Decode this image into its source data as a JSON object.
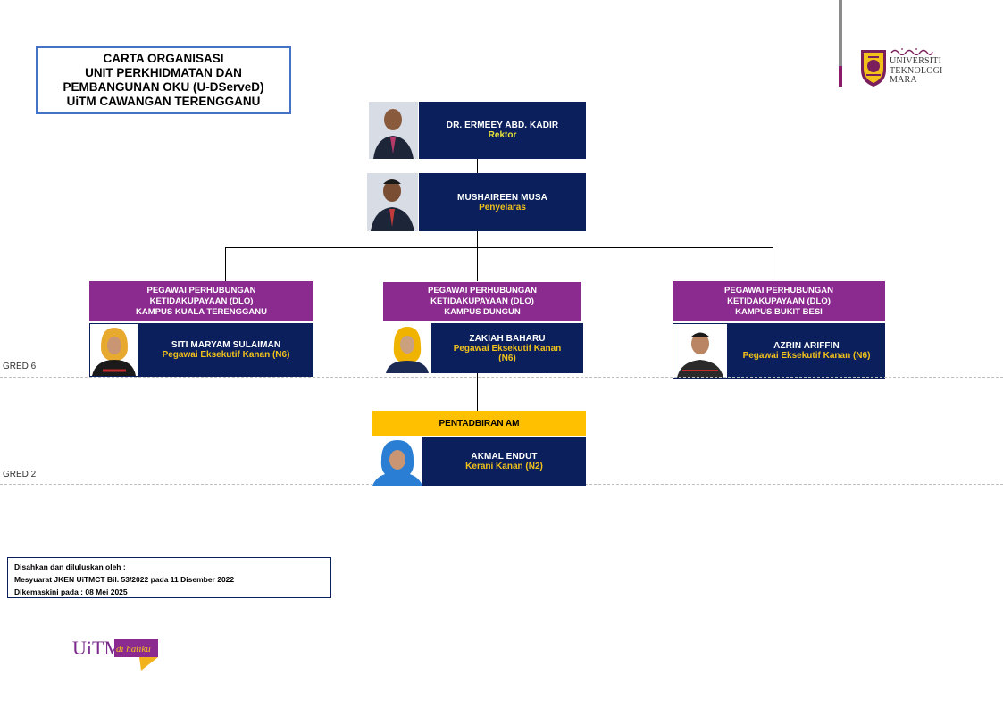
{
  "title": {
    "line1": "CARTA  ORGANISASI",
    "line2": "UNIT PERKHIDMATAN  DAN",
    "line3": "PEMBANGUNAN  OKU (U-DServeD)",
    "line4": "UiTM CAWANGAN   TERENGGANU"
  },
  "logo": {
    "line1": "UNIVERSITI",
    "line2": "TEKNOLOGI",
    "line3": "MARA"
  },
  "rektor": {
    "name": "DR. ERMEEY  ABD. KADIR",
    "role": "Rektor"
  },
  "penyelaras": {
    "name": "MUSHAIREEN  MUSA",
    "role": "Penyelaras"
  },
  "dlo": [
    {
      "header1": "PEGAWAI PERHUBUNGAN",
      "header2": "KETIDAKUPAYAAN  (DLO)",
      "header3": "KAMPUS KUALA TERENGGANU",
      "name": "SITI MARYAM SULAIMAN",
      "role": "Pegawai Eksekutif Kanan (N6)"
    },
    {
      "header1": "PEGAWAI PERHUBUNGAN",
      "header2": "KETIDAKUPAYAAN  (DLO)",
      "header3": "KAMPUS DUNGUN",
      "name": "ZAKIAH BAHARU",
      "role": "Pegawai Eksekutif Kanan",
      "role2": "(N6)"
    },
    {
      "header1": "PEGAWAI PERHUBUNGAN",
      "header2": "KETIDAKUPAYAAN  (DLO)",
      "header3": "KAMPUS BUKIT  BESI",
      "name": "AZRIN ARIFFIN",
      "role": "Pegawai Eksekutif Kanan (N6)"
    }
  ],
  "pentadbiran": {
    "header": "PENTADBIRAN  AM",
    "name": "AKMAL ENDUT",
    "role": "Kerani Kanan (N2)"
  },
  "gred": {
    "g6": "GRED  6",
    "g2": "GRED  2"
  },
  "approval": {
    "line1": "Disahkan dan diluluskan oleh :",
    "line2": "Mesyuarat  JKEN UiTMCT  Bil. 53/2022 pada 11 Disember 2022",
    "line3": "Dikemaskini pada :  08 Mei  2025"
  },
  "footer_logo": {
    "main": "UiTM",
    "sub": "di hatiku"
  },
  "colors": {
    "navy": "#0a1f5c",
    "purple": "#8b2b8f",
    "gold": "#ffc000",
    "title_border": "#4472c4"
  }
}
